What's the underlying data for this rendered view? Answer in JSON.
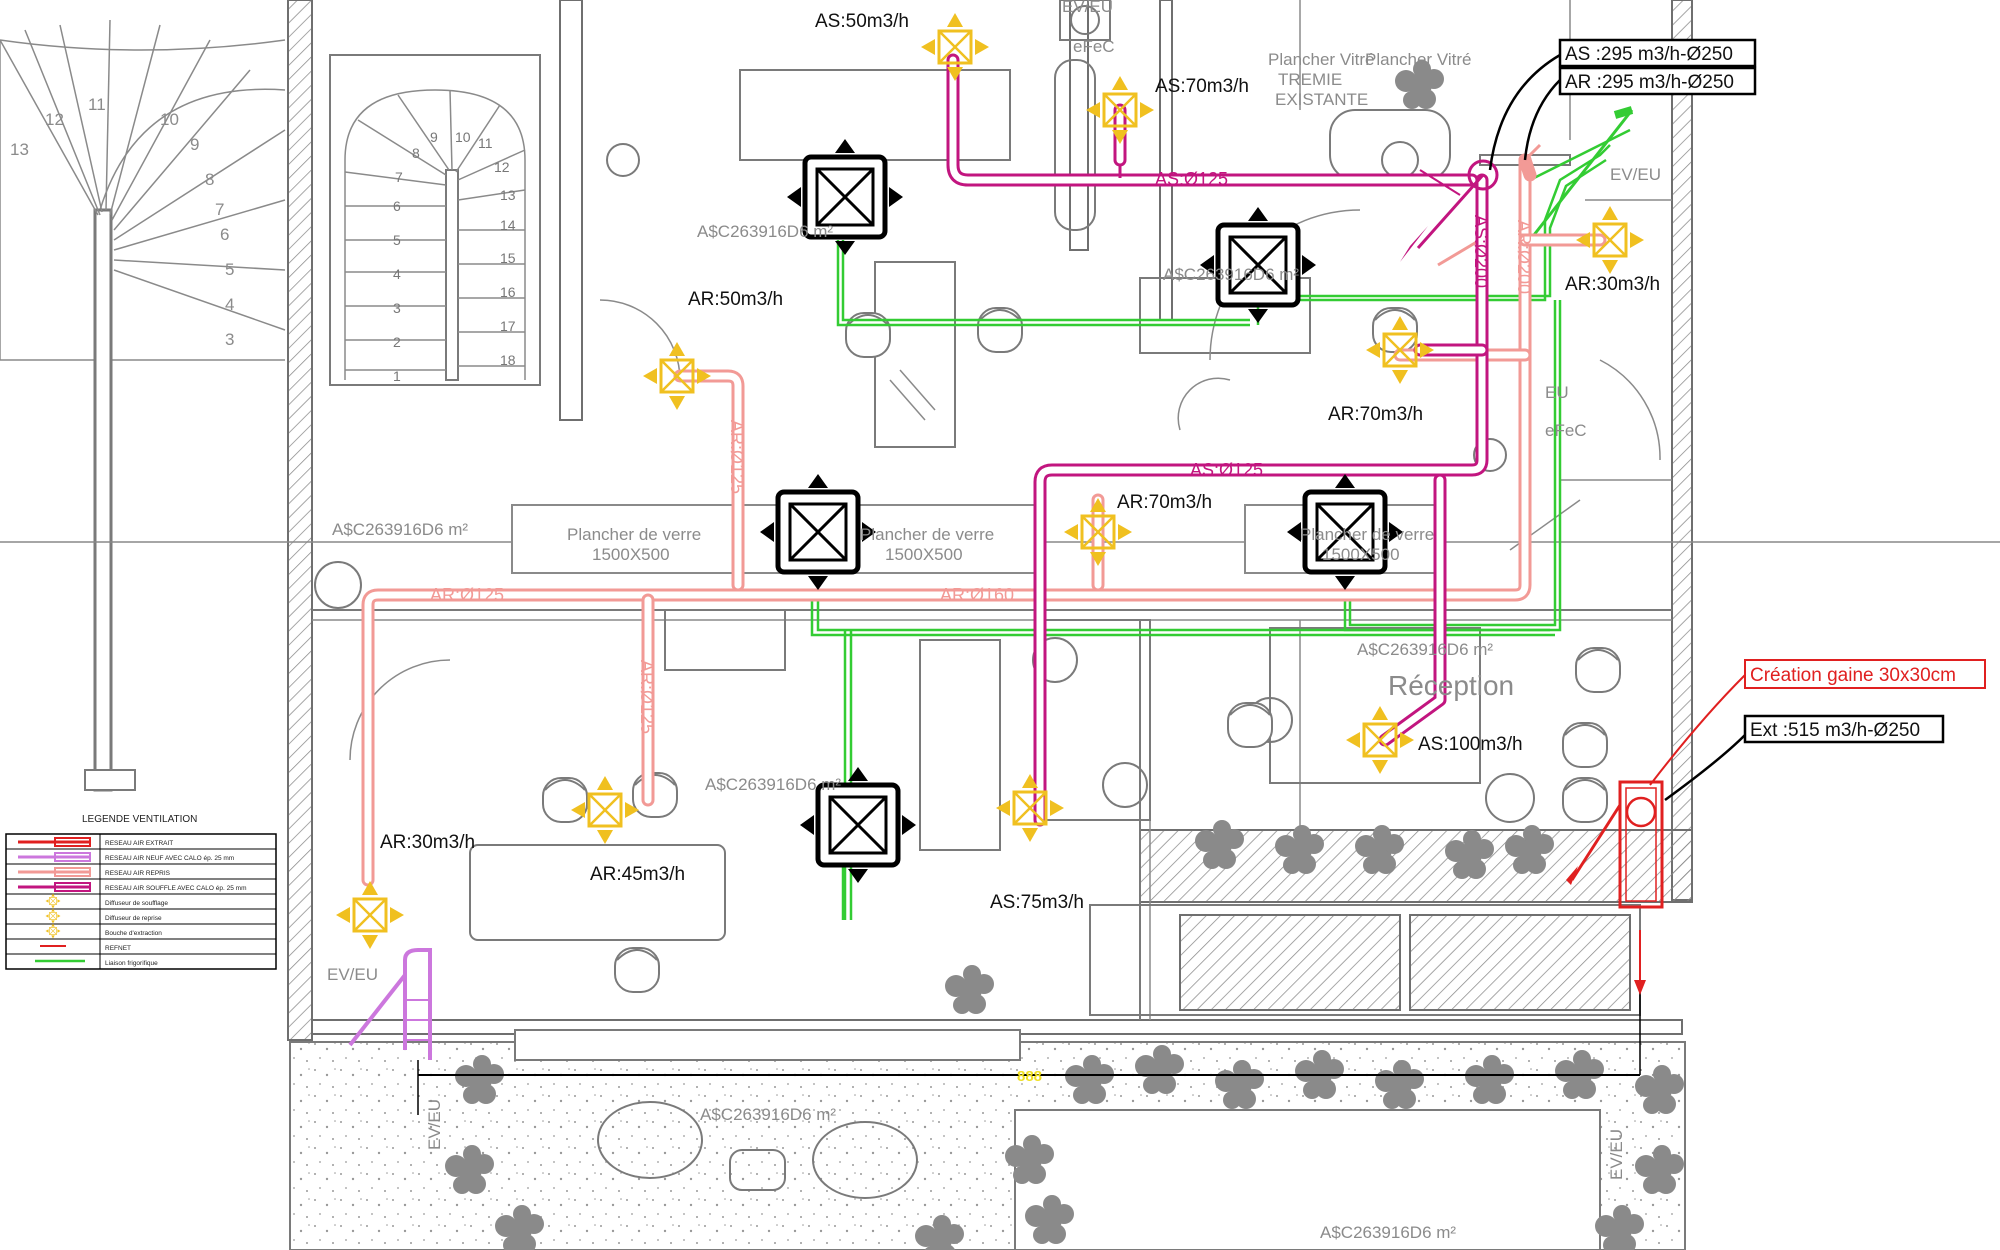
{
  "flow_labels": {
    "as_50": "AS:50m3/h",
    "as_70": "AS:70m3/h",
    "as_100": "AS:100m3/h",
    "as_75": "AS:75m3/h",
    "ar_50": "AR:50m3/h",
    "ar_30_right": "AR:30m3/h",
    "ar_70_a": "AR:70m3/h",
    "ar_70_b": "AR:70m3/h",
    "ar_30_left": "AR:30m3/h",
    "ar_45": "AR:45m3/h"
  },
  "duct_labels": {
    "as_125_top": "AS:Ø125",
    "as_125_mid": "AS:Ø125",
    "as_200": "AS:Ø200",
    "ar_200": "AR:Ø200",
    "ar_125_left": "AR:Ø125",
    "ar_160": "AR:Ø160",
    "ar_125_vert": "AR:Ø125",
    "ar_125_lower": "AR:Ø125"
  },
  "boxed_labels": {
    "as_main": "AS :295 m3/h-Ø250",
    "ar_main": "AR :295 m3/h-Ø250",
    "ext": "Ext :515 m3/h-Ø250"
  },
  "red_label": "Création gaine 30x30cm",
  "room_labels": {
    "plancher_vitre_1": "Plancher Vitré",
    "plancher_vitre_2": "Plancher Vitré",
    "tremie": "TREMIE",
    "existante": "EXISTANTE",
    "plancher_verre_1": "Plancher de verre",
    "plancher_verre_1_dim": "1500X500",
    "plancher_verre_2": "Plancher de verre",
    "plancher_verre_2_dim": "1500X500",
    "plancher_verre_3": "Plancher de verre",
    "plancher_verre_3_dim": "1500X500",
    "reception": "Réception",
    "area_1": "A$C263916D6 m²",
    "area_2": "A$C263916D6 m²",
    "area_3": "A$C263916D6 m²",
    "area_4": "A$C263916D6 m²",
    "area_5": "A$C263916D6 m²",
    "area_6": "A$C263916D6 m²",
    "area_7": "A$C263916D6 m²",
    "ev_eu_1": "EV/EU",
    "ev_eu_2": "EV/EU",
    "ev_eu_3": "EV/EU",
    "ev_eu_4": "EV/EU",
    "eu_1": "EU",
    "efec_1": "eFeC",
    "eu_2": "EU",
    "efec_2": "eFeC",
    "dim_888": "888"
  },
  "stairs": {
    "left_numbers": [
      "13",
      "12",
      "11",
      "10",
      "9",
      "8",
      "7",
      "6",
      "5",
      "4",
      "3"
    ],
    "spiral_numbers": [
      "1",
      "2",
      "3",
      "4",
      "5",
      "6",
      "7",
      "8",
      "9",
      "10",
      "11",
      "12",
      "13",
      "14",
      "15",
      "16",
      "17",
      "18"
    ]
  },
  "legend": {
    "title": "LEGENDE VENTILATION",
    "items": [
      "RESEAU AIR EXTRAIT",
      "RESEAU AIR NEUF AVEC CALO ép. 25 mm",
      "RESEAU AIR REPRIS",
      "RESEAU AIR SOUFFLE AVEC CALO ép. 25 mm",
      "Diffuseur de soufflage",
      "Diffuseur de reprise",
      "Bouche d'extraction",
      "REFNET",
      "Liaison frigorifique"
    ]
  },
  "colors": {
    "air_repris": "#f29a96",
    "air_souffle": "#c2157f",
    "air_extrait": "#e02020",
    "air_neuf": "#cc77dd",
    "refrigerant": "#33cc33",
    "diffuser": "#f0c020"
  },
  "icons": [
    "cassette-unit-icon",
    "diffuser-icon",
    "extraction-icon",
    "plant-icon",
    "chair-icon"
  ]
}
